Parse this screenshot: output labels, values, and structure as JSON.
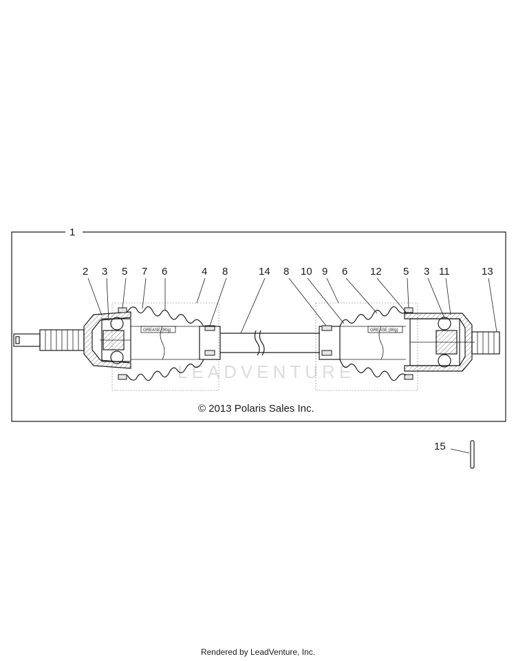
{
  "diagram": {
    "copyright": "© 2013 Polaris Sales Inc.",
    "watermark": "LEADVENTURE",
    "grease_labels": [
      "GREASE (90g)",
      "GREASE (90g)"
    ],
    "callouts": [
      "1",
      "2",
      "3",
      "5",
      "7",
      "6",
      "4",
      "8",
      "14",
      "8",
      "10",
      "9",
      "6",
      "12",
      "5",
      "3",
      "11",
      "13",
      "15"
    ]
  },
  "footer": {
    "text": "Rendered by LeadVenture, Inc."
  }
}
